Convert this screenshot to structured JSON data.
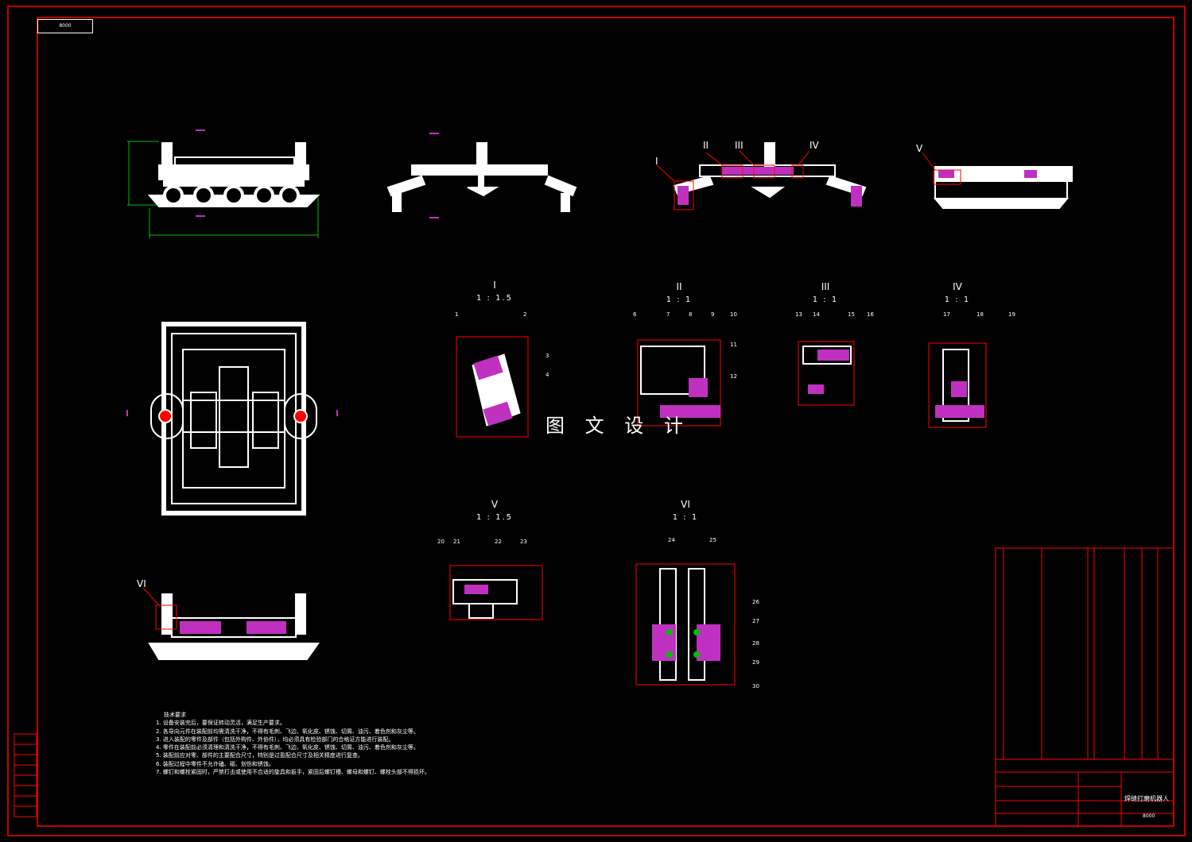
{
  "drawing": {
    "code": "8000",
    "watermark": "图 文 设 计",
    "title": "焊缝打磨机器人",
    "title_code": "8000"
  },
  "views": {
    "section_labels": [
      "I",
      "II",
      "III",
      "IV",
      "V",
      "VI"
    ]
  },
  "details": [
    {
      "id": "I",
      "scale": "1 : 1.5"
    },
    {
      "id": "II",
      "scale": "1 : 1"
    },
    {
      "id": "III",
      "scale": "1 : 1"
    },
    {
      "id": "IV",
      "scale": "1 : 1"
    },
    {
      "id": "V",
      "scale": "1 : 1.5"
    },
    {
      "id": "VI",
      "scale": "1 : 1"
    }
  ],
  "part_numbers": [
    "1",
    "2",
    "3",
    "4",
    "6",
    "7",
    "8",
    "9",
    "10",
    "11",
    "12",
    "13",
    "14",
    "15",
    "16",
    "17",
    "18",
    "19",
    "20",
    "21",
    "22",
    "23",
    "24",
    "25",
    "26",
    "27",
    "28",
    "29",
    "30"
  ],
  "tech_notes": {
    "heading": "技术要求",
    "lines": [
      "1. 设备安装完后，要保证转动灵活，满足生产要求。",
      "2. 各导向元件在装配前均需清洗干净，不得有毛刺、飞边、氧化皮、锈蚀、切屑、油污、着色剂和灰尘等。",
      "3. 进入装配的零件及部件（包括外购件、外协件），均必须具有检验部门的合格证方能进行装配。",
      "4. 零件在装配前必须清理和清洗干净，不得有毛刺、飞边、氧化皮、锈蚀、切屑、油污、着色剂和灰尘等。",
      "5. 装配前应对零、部件的主要配合尺寸，特别是过盈配合尺寸及相关精度进行复查。",
      "6. 装配过程中零件不允许磕、碰、划伤和锈蚀。",
      "7. 螺钉和螺栓紧固时，严禁打击或使用不合适的旋具和扳手，紧固后螺钉槽、螺母和螺钉、螺栓头部不得损坏。"
    ]
  },
  "colors": {
    "border": "#ff0000",
    "line": "#ffffff",
    "section_fill": "#c030c0",
    "dimension": "#00c000",
    "hatch": "#ff00ff"
  }
}
